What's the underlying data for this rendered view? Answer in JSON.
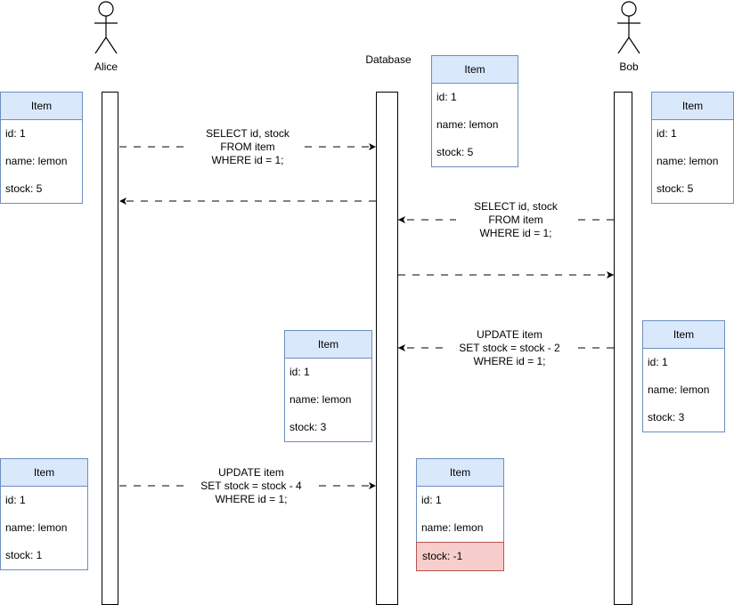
{
  "actors": {
    "alice": "Alice",
    "bob": "Bob",
    "database": "Database"
  },
  "messages": [
    {
      "id": "m1",
      "text": "SELECT id, stock\nFROM item\nWHERE id = 1;"
    },
    {
      "id": "m2",
      "text": ""
    },
    {
      "id": "m3",
      "text": "SELECT id, stock\nFROM item\nWHERE id = 1;"
    },
    {
      "id": "m4",
      "text": ""
    },
    {
      "id": "m5",
      "text": "UPDATE item\nSET stock = stock - 2\nWHERE id = 1;"
    },
    {
      "id": "m6",
      "text": "UPDATE item\nSET stock = stock - 4\nWHERE id = 1;"
    }
  ],
  "cards": {
    "db1": {
      "title": "Item",
      "id": "id: 1",
      "name": "name: lemon",
      "stock": "stock: 5"
    },
    "alice1": {
      "title": "Item",
      "id": "id: 1",
      "name": "name: lemon",
      "stock": "stock: 5"
    },
    "bob1": {
      "title": "Item",
      "id": "id: 1",
      "name": "name: lemon",
      "stock": "stock: 5"
    },
    "db2": {
      "title": "Item",
      "id": "id: 1",
      "name": "name: lemon",
      "stock": "stock: 3"
    },
    "bob2": {
      "title": "Item",
      "id": "id: 1",
      "name": "name: lemon",
      "stock": "stock: 3"
    },
    "alice2": {
      "title": "Item",
      "id": "id: 1",
      "name": "name: lemon",
      "stock": "stock: 1"
    },
    "db3": {
      "title": "Item",
      "id": "id: 1",
      "name": "name: lemon",
      "stock": "stock: -1"
    }
  },
  "colors": {
    "header_fill": "#dae8fc",
    "header_stroke": "#6c8ebf",
    "danger_fill": "#f8cecc",
    "danger_stroke": "#b85450"
  }
}
